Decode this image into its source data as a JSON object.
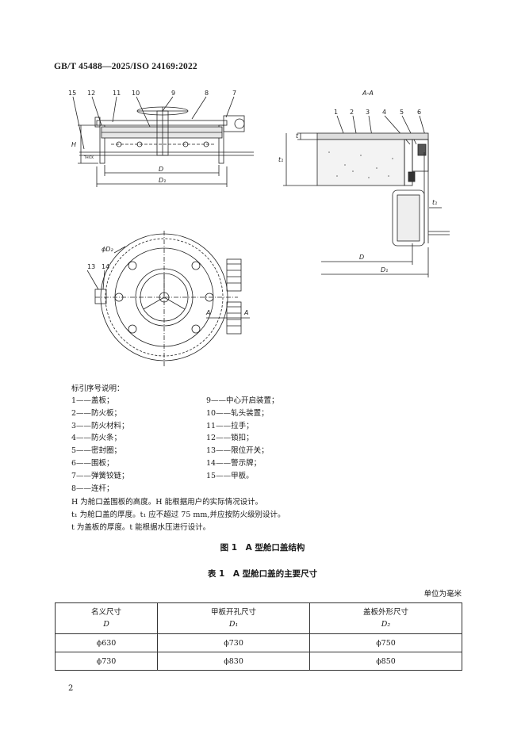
{
  "header": {
    "standard_no": "GB/T 45488—2025/ISO 24169:2022"
  },
  "figure": {
    "labels_top": [
      "15",
      "12",
      "11",
      "10",
      "9",
      "8",
      "7"
    ],
    "labels_side": {
      "H": "H",
      "D": "D",
      "D1": "D₁",
      "plate": "THICK"
    },
    "section_title": "A-A",
    "section_labels": [
      "1",
      "2",
      "3",
      "4",
      "5",
      "6"
    ],
    "section_dims": {
      "t": "t",
      "t1_left": "t₁",
      "t1_right": "t₁",
      "D": "D",
      "D1": "D₁"
    },
    "plan_labels": {
      "phiD2": "ϕD₂",
      "l13": "13",
      "l14": "14",
      "A1": "A",
      "A2": "A"
    }
  },
  "legend": {
    "title": "标引序号说明：",
    "left": [
      "1——盖板；",
      "2——防火板；",
      "3——防火材料；",
      "4——防火条；",
      "5——密封圈；",
      "6——围板；",
      "7——弹簧铰链；",
      "8——连杆；"
    ],
    "right": [
      "9——中心开启装置；",
      "10——轧头装置；",
      "11——拉手；",
      "12——锁扣；",
      "13——限位开关；",
      "14——警示牌；",
      "15——甲板。"
    ]
  },
  "notes": [
    "H 为舱口盖围板的高度。H 能根据用户的实际情况设计。",
    "t₁ 为舱口盖的厚度。t₁ 应不超过 75 mm,并应按防火级别设计。",
    "t 为盖板的厚度。t 能根据水压进行设计。"
  ],
  "figure_caption": "图 1　A 型舱口盖结构",
  "table_caption": "表 1　A 型舱口盖的主要尺寸",
  "table_unit": "单位为毫米",
  "table": {
    "headers": [
      {
        "name": "名义尺寸",
        "symbol": "D"
      },
      {
        "name": "甲板开孔尺寸",
        "symbol": "D₁"
      },
      {
        "name": "盖板外形尺寸",
        "symbol": "D₂"
      }
    ],
    "rows": [
      [
        "ϕ630",
        "ϕ730",
        "ϕ750"
      ],
      [
        "ϕ730",
        "ϕ830",
        "ϕ850"
      ]
    ]
  },
  "page_number": "2"
}
